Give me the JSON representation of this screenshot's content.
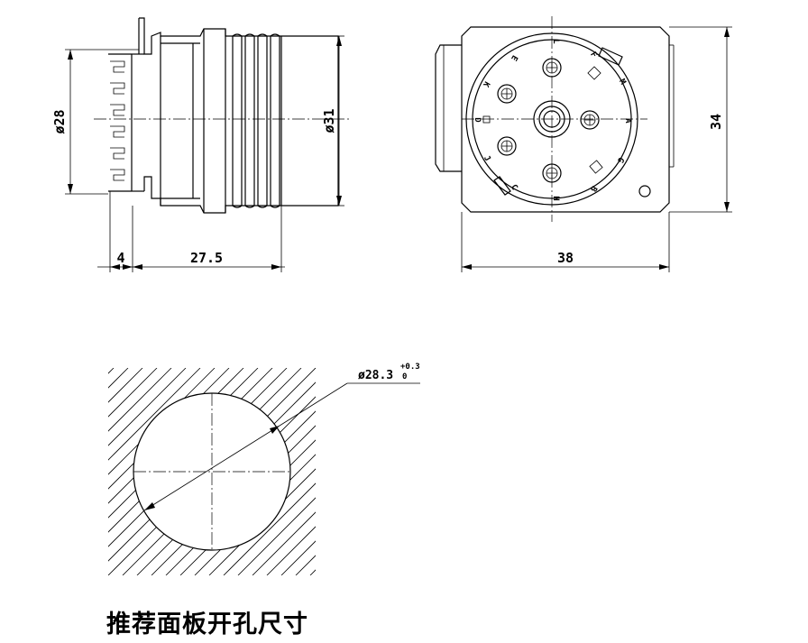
{
  "side_view": {
    "dia_left": "ø28",
    "dia_right": "ø31",
    "len_flange": "4",
    "len_body": "27.5"
  },
  "front_view": {
    "width": "38",
    "height": "34",
    "pins": [
      {
        "label": "L"
      },
      {
        "label": "F"
      },
      {
        "label": "M"
      },
      {
        "label": "A"
      },
      {
        "label": "G"
      },
      {
        "label": "B"
      },
      {
        "label": "H"
      },
      {
        "label": "C"
      },
      {
        "label": "J"
      },
      {
        "label": "D"
      },
      {
        "label": "K"
      },
      {
        "label": "E"
      }
    ]
  },
  "cutout": {
    "diameter": "ø28.3",
    "tol_upper": "+0.3",
    "tol_lower": "0",
    "caption": "推荐面板开孔尺寸"
  }
}
